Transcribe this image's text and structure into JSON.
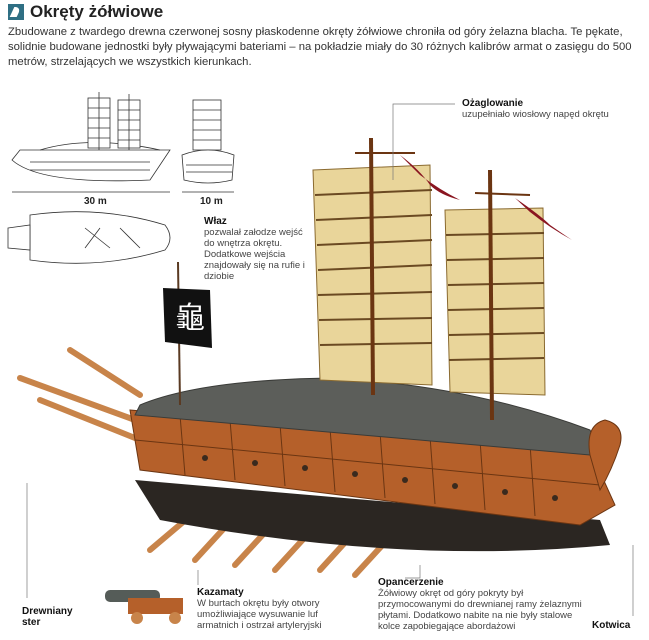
{
  "title": "Okręty żółwiowe",
  "intro": "Zbudowane z twardego drewna czerwonej sosny płaskodenne okręty żółwiowe chroniła od góry żelazna blacha. Te pękate, solidnie budowane jednostki były pływającymi bateriami – na pokładzie miały do 30 różnych kalibrów armat o zasięgu do 500 metrów, strzelających we wszystkich kierunkach.",
  "dimensions": {
    "length": "30 m",
    "width": "10 m"
  },
  "flag_glyph": "龜",
  "labels": {
    "wlaz": {
      "title": "Właz",
      "text": "pozwalał załodze wejść do wnętrza okrętu. Dodatkowe wejścia znajdowały się na rufie i dziobie"
    },
    "ozaglowanie": {
      "title": "Ożaglowanie",
      "text": "uzupełniało wiosłowy napęd okrętu"
    },
    "kazamaty": {
      "title": "Kazamaty",
      "text": "W burtach okrętu były otwory umożliwiające wysuwanie luf armatnich i ostrzał artyleryjski"
    },
    "opancerzenie": {
      "title": "Opancerzenie",
      "text": "Żółwiowy okręt od góry pokryty był przymocowanymi do drewnianej ramy żelaznymi płytami. Dodatkowo nabite na nie były stalowe kolce zapobiegające abordażowi"
    },
    "ster": {
      "title": "Drewniany ster"
    },
    "kotwica": {
      "title": "Kotwica"
    }
  },
  "colors": {
    "accent": "#2f6f84",
    "wood": "#b5602a",
    "sail": "#e9d59a",
    "deck": "#5c5e5a",
    "pennant": "#8a1520"
  }
}
